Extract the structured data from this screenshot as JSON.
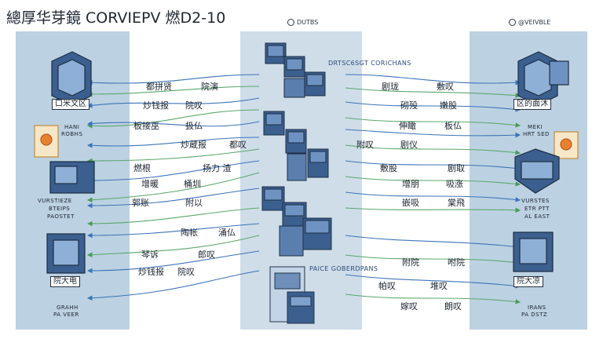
{
  "header": {
    "title": "總厚华芽鏡 CORVIEPV 燃D2-10",
    "badge_left": "DUTBS",
    "badge_right": "@VEIVBLE"
  },
  "bands": {
    "top": "DRTSC6SGT CORICHANS",
    "bottom": "PAICE GOBERDPANS"
  },
  "left_nodes": [
    {
      "box": "口米文区",
      "caption": [
        "HANI",
        "ROBHS"
      ]
    },
    {
      "box": "",
      "caption": [
        "VURSTIEZE",
        "BTEIPS",
        "PAOSTET"
      ]
    },
    {
      "box": "院大电",
      "caption": [
        "GRAHH",
        "PA VEER"
      ]
    }
  ],
  "right_nodes": [
    {
      "box": "区的面沐",
      "caption": [
        "MEKI",
        "HRT SED"
      ]
    },
    {
      "box": "",
      "caption": [
        "VURSTES",
        "ETR PTT",
        "AL EAST"
      ]
    },
    {
      "box": "院大凉",
      "caption": [
        "IRANS",
        "PA DSTZ"
      ]
    }
  ],
  "flow_labels": {
    "left": [
      "都拼贤",
      "院演",
      "炒钱报",
      "院叹",
      "板接巫",
      "扱仏",
      "炒蔵报",
      "都叹",
      "燃根",
      "扬力 渣"
    ],
    "left_b": [
      "增暖",
      "桶圳",
      "郭账",
      "附以",
      "陶帐",
      "涌仏",
      "琴诉",
      "郎叹"
    ],
    "right": [
      "剧珑",
      "敷叹",
      "砌殁",
      "嫩股",
      "伸瞰",
      "板仏",
      "附叹",
      "剧仪",
      "敷股",
      "剧取"
    ],
    "right_b": [
      "增朋",
      "吸涨",
      "嵌吸",
      "棠飛",
      "附院",
      "咐院",
      "帕叹",
      "堆叹",
      "嫁叹",
      "朗叹"
    ]
  },
  "colors": {
    "panel": "#bcd1e2",
    "center": "#cfdde9",
    "arrow_blue": "#3c74b8",
    "arrow_green": "#5aa86a",
    "server": "#3b5f8e"
  }
}
